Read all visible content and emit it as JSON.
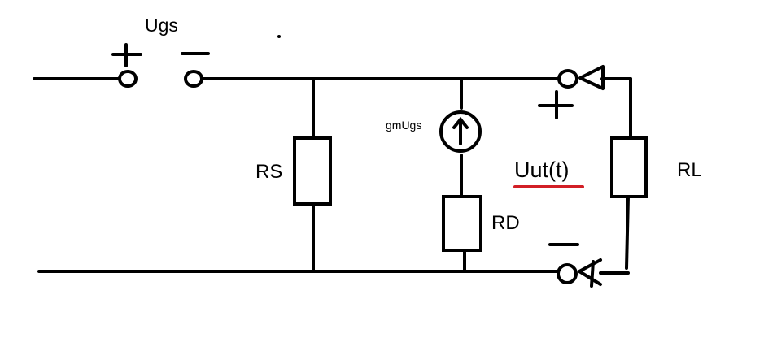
{
  "labels": {
    "ugs": "Ugs",
    "rs": "RS",
    "gm": "gmUgs",
    "uut": "Uut(t)",
    "rd": "RD",
    "rl": "RL"
  },
  "colors": {
    "ink": "#000000",
    "underline": "#d21f26",
    "background": "#ffffff"
  }
}
